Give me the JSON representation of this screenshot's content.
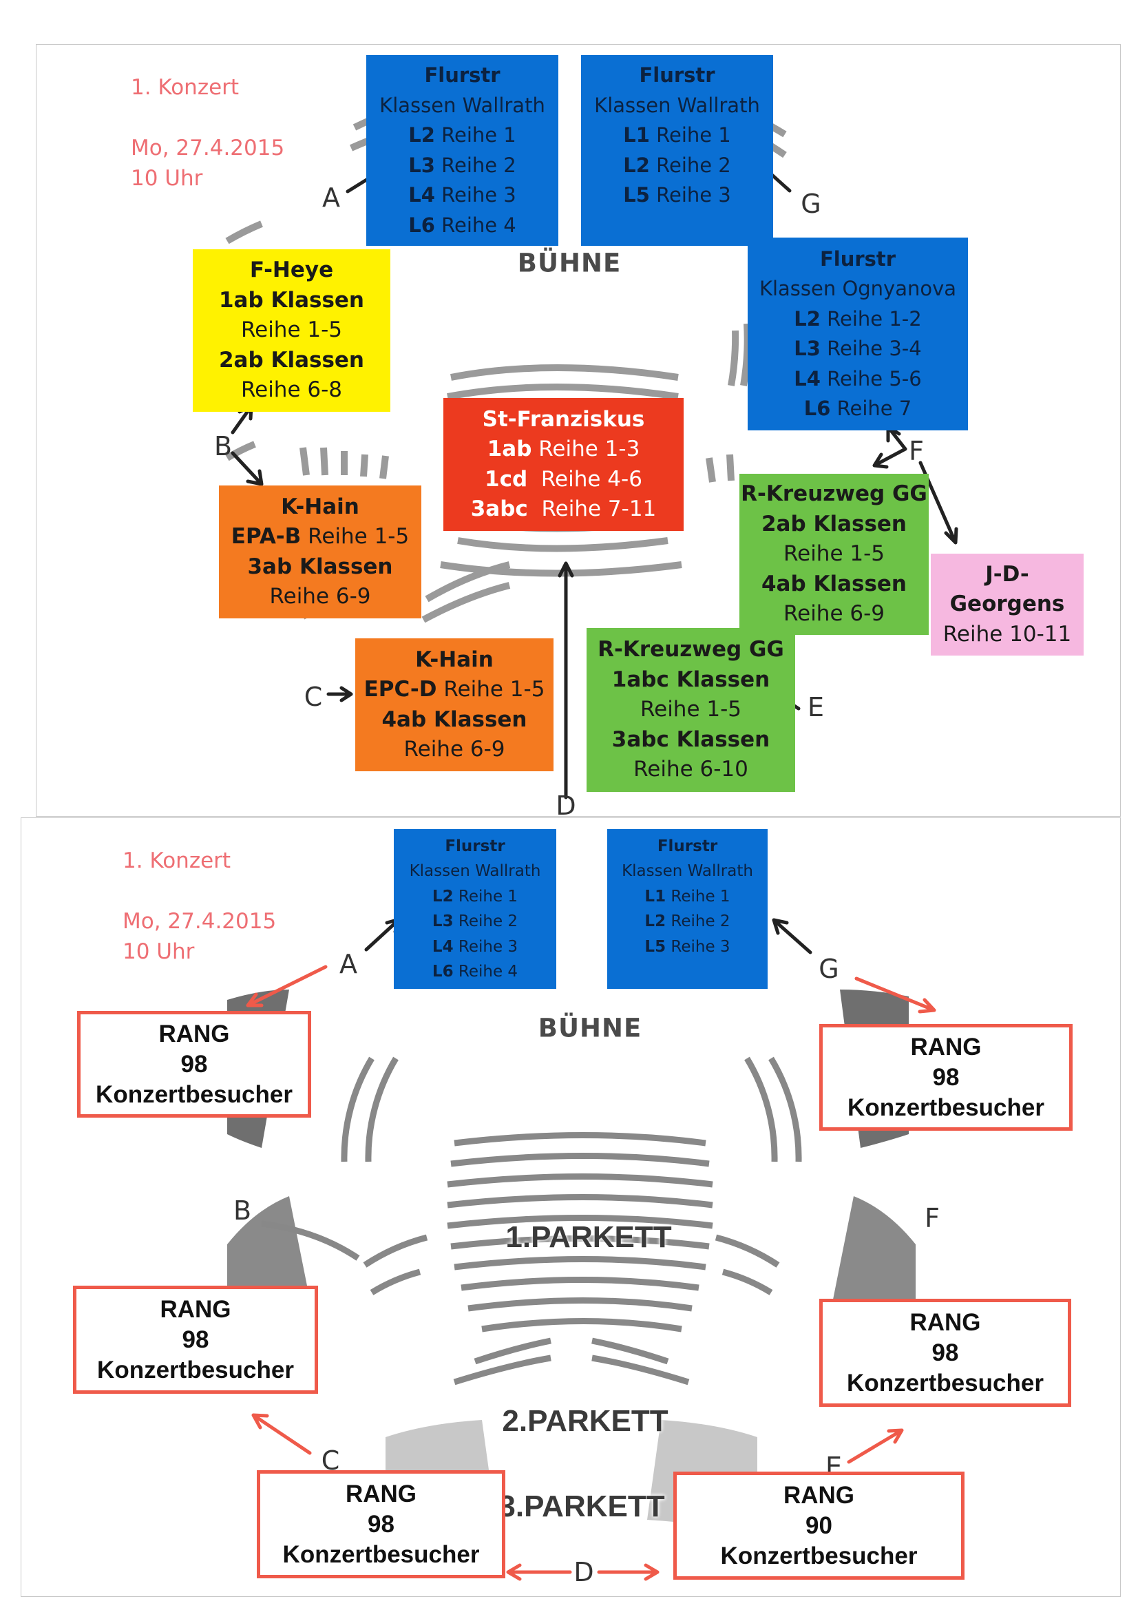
{
  "colors": {
    "accent_text": "#ee6e73",
    "blue_box": "#0a6fd3",
    "yellow_box": "#fff200",
    "orange_box": "#f47a20",
    "red_box": "#ec3a1f",
    "green_box": "#6dc247",
    "pink_box": "#f6b8e0",
    "rang_border": "#ef5a4a"
  },
  "top": {
    "header": {
      "title": "1. Konzert",
      "date": "Mo, 27.4.2015",
      "time": "10 Uhr"
    },
    "stage_label": "BÜHNE",
    "labels": {
      "a": "A",
      "b": "B",
      "c": "C",
      "d": "D",
      "e": "E",
      "f": "F",
      "g": "G"
    },
    "flurstr_left": {
      "title": "Flurstr",
      "subtitle": "Klassen Wallrath",
      "rows": [
        {
          "cls": "L2",
          "reihe": "Reihe 1"
        },
        {
          "cls": "L3",
          "reihe": "Reihe 2"
        },
        {
          "cls": "L4",
          "reihe": "Reihe 3"
        },
        {
          "cls": "L6",
          "reihe": "Reihe 4"
        }
      ]
    },
    "flurstr_right": {
      "title": "Flurstr",
      "subtitle": "Klassen Wallrath",
      "rows": [
        {
          "cls": "L1",
          "reihe": "Reihe 1"
        },
        {
          "cls": "L2",
          "reihe": "Reihe 2"
        },
        {
          "cls": "L5",
          "reihe": "Reihe 3"
        }
      ]
    },
    "flurstr_ognyanova": {
      "title": "Flurstr",
      "subtitle": "Klassen Ognyanova",
      "rows": [
        {
          "cls": "L2",
          "reihe": "Reihe 1-2"
        },
        {
          "cls": "L3",
          "reihe": "Reihe 3-4"
        },
        {
          "cls": "L4",
          "reihe": "Reihe 5-6"
        },
        {
          "cls": "L6",
          "reihe": "Reihe 7"
        }
      ]
    },
    "fheye": {
      "title": "F-Heye",
      "line1": "1ab Klassen",
      "line2": "Reihe 1-5",
      "line3": "2ab Klassen",
      "line4": "Reihe 6-8"
    },
    "stfranziskus": {
      "title": "St-Franziskus",
      "rows": [
        {
          "cls": "1ab",
          "reihe": "Reihe 1-3"
        },
        {
          "cls": "1cd",
          "reihe": "Reihe 4-6"
        },
        {
          "cls": "3abc",
          "reihe": "Reihe 7-11"
        }
      ]
    },
    "khain_b": {
      "title": "K-Hain",
      "cls": "EPA-B",
      "reihe": "Reihe 1-5",
      "line3": "3ab Klassen",
      "line4": "Reihe 6-9"
    },
    "khain_c": {
      "title": "K-Hain",
      "cls": "EPC-D",
      "reihe": "Reihe 1-5",
      "line3": "4ab Klassen",
      "line4": "Reihe 6-9"
    },
    "rkreuzweg_f": {
      "title": "R-Kreuzweg GG",
      "line1": "2ab Klassen",
      "line2": "Reihe 1-5",
      "line3": "4ab Klassen",
      "line4": "Reihe 6-9"
    },
    "rkreuzweg_e": {
      "title": "R-Kreuzweg GG",
      "line1": "1abc Klassen",
      "line2": "Reihe 1-5",
      "line3": "3abc Klassen",
      "line4": "Reihe 6-10"
    },
    "jdgeorgens": {
      "line1": "J-D-",
      "line2": "Georgens",
      "line3": "Reihe 10-11"
    }
  },
  "bottom": {
    "header": {
      "title": "1. Konzert",
      "date": "Mo, 27.4.2015",
      "time": "10 Uhr"
    },
    "stage_label": "BÜHNE",
    "labels": {
      "a": "A",
      "b": "B",
      "c": "C",
      "d": "D",
      "e": "E",
      "f": "F",
      "g": "G"
    },
    "parkett": {
      "p1": "1.PARKETT",
      "p2": "2.PARKETT",
      "p3": "3.PARKETT"
    },
    "flurstr_left": {
      "title": "Flurstr",
      "subtitle": "Klassen Wallrath",
      "rows": [
        {
          "cls": "L2",
          "reihe": "Reihe 1"
        },
        {
          "cls": "L3",
          "reihe": "Reihe 2"
        },
        {
          "cls": "L4",
          "reihe": "Reihe 3"
        },
        {
          "cls": "L6",
          "reihe": "Reihe 4"
        }
      ]
    },
    "flurstr_right": {
      "title": "Flurstr",
      "subtitle": "Klassen Wallrath",
      "rows": [
        {
          "cls": "L1",
          "reihe": "Reihe 1"
        },
        {
          "cls": "L2",
          "reihe": "Reihe 2"
        },
        {
          "cls": "L5",
          "reihe": "Reihe 3"
        }
      ]
    },
    "rang": [
      {
        "label": "RANG",
        "count": "98",
        "unit": "Konzertbesucher"
      },
      {
        "label": "RANG",
        "count": "98",
        "unit": "Konzertbesucher"
      },
      {
        "label": "RANG",
        "count": "98",
        "unit": "Konzertbesucher"
      },
      {
        "label": "RANG",
        "count": "98",
        "unit": "Konzertbesucher"
      },
      {
        "label": "RANG",
        "count": "98",
        "unit": "Konzertbesucher"
      },
      {
        "label": "RANG",
        "count": "90",
        "unit": "Konzertbesucher"
      }
    ]
  }
}
